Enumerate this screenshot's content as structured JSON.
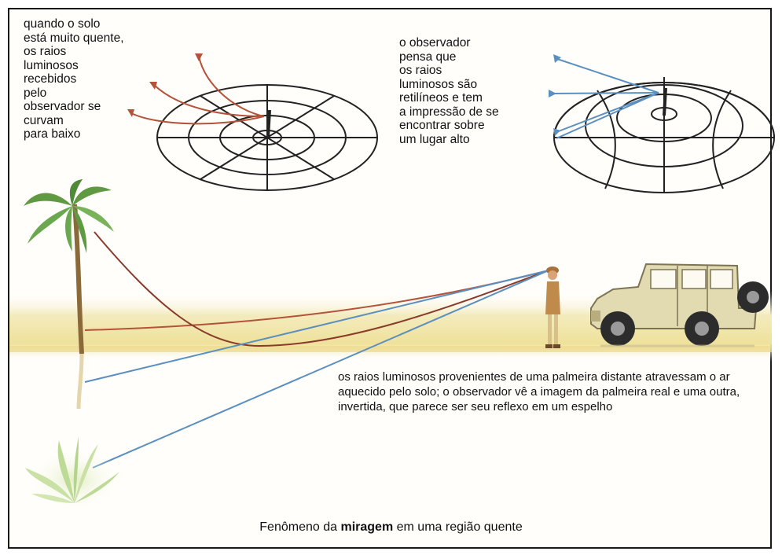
{
  "notes": {
    "left": "quando o solo\nestá muito quente,\nos raios\nluminosos\nrecebidos\npelo\nobservador se\ncurvam\npara baixo",
    "right": "o observador\npensa que\nos raios\nluminosos são\nretilíneos e tem\na impressão de se\nencontrar sobre\num lugar alto",
    "bottom": "os raios luminosos provenientes de uma palmeira distante atravessam o ar aquecido pelo solo; o observador vê a imagem da palmeira real e uma outra, invertida, que parece ser seu reflexo em um espelho"
  },
  "caption": {
    "before": "Fenômeno da ",
    "bold": "miragem",
    "after": " em uma região quente"
  },
  "colors": {
    "ray_red": "#b5523a",
    "ray_blue": "#5b8fbf",
    "ground_band": "#f1e6a8",
    "sky": "#fffefb",
    "jeep": "#e2dab0",
    "palm": "#6aa84f",
    "grid": "#222222"
  },
  "icons": [
    "palm-tree-icon",
    "inverted-palm-icon",
    "observer-figure-icon",
    "jeep-icon"
  ]
}
